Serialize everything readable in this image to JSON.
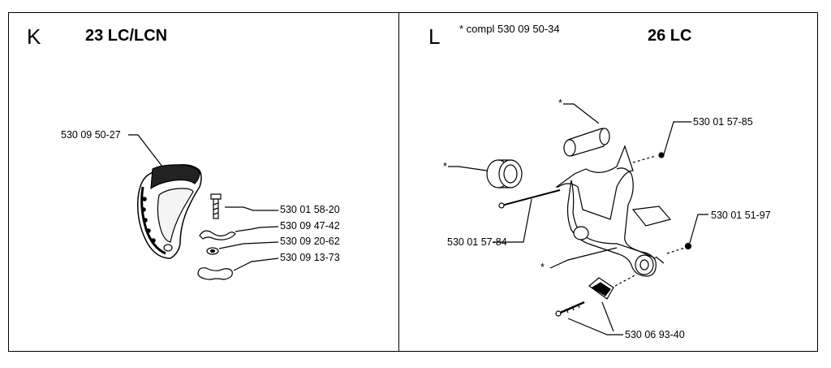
{
  "panels": {
    "k": {
      "letter": "K",
      "model": "23 LC/LCN",
      "parts": {
        "handle": "530 09 50-27",
        "bolt": "530 01 58-20",
        "bracket": "530 09 47-42",
        "washer": "530 09 20-62",
        "wing_nut": "530 09 13-73"
      }
    },
    "l": {
      "letter": "L",
      "compl_note": "* compl 530 09 50-34",
      "model": "26 LC",
      "parts": {
        "grip_star": "*",
        "nut_top": "530 01 57-85",
        "spacer_star": "*",
        "rod": "530 01 57-84",
        "nut_right": "530 01 51-97",
        "frame_star": "*",
        "screws": "530 06 93-40"
      }
    }
  }
}
